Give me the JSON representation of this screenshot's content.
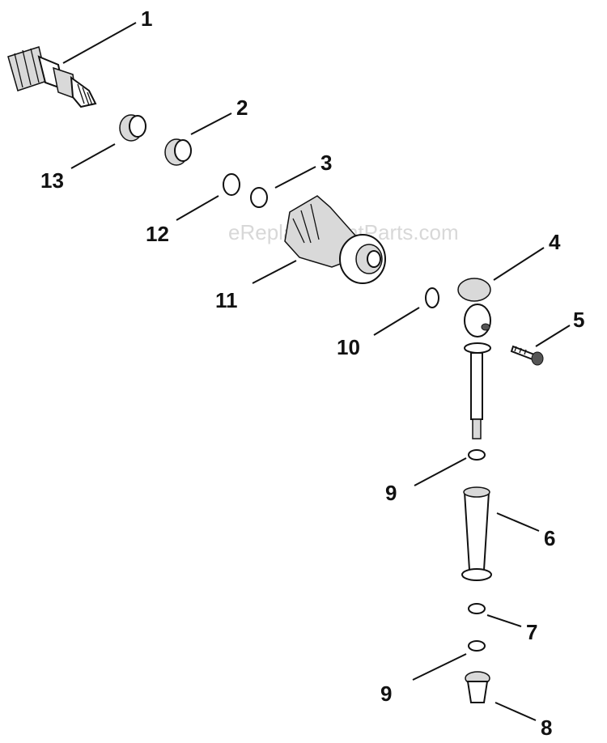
{
  "watermark": "eReplacementParts.com",
  "callouts": {
    "c1": "1",
    "c2": "2",
    "c3": "3",
    "c4": "4",
    "c5": "5",
    "c6": "6",
    "c7": "7",
    "c8": "8",
    "c9a": "9",
    "c9b": "9",
    "c10": "10",
    "c11": "11",
    "c12": "12",
    "c13": "13"
  }
}
